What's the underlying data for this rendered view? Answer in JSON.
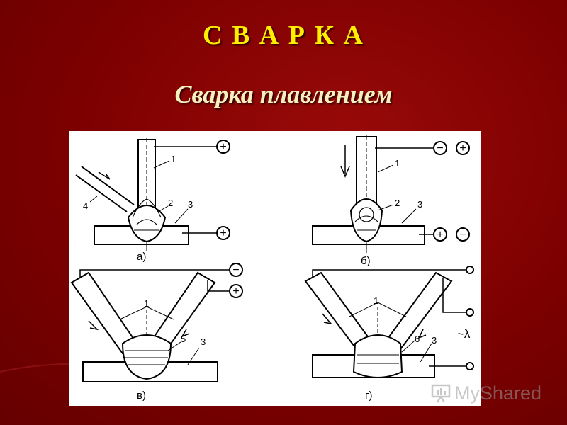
{
  "slide": {
    "title": "С В А Р К А",
    "subtitle": "Сварка  плавлением"
  },
  "figure": {
    "panels": [
      {
        "id": "a",
        "caption": "а)",
        "part_labels": [
          "1",
          "2",
          "3",
          "4"
        ],
        "polarity_top": "+",
        "polarity_bottom": "+"
      },
      {
        "id": "b",
        "caption": "б)",
        "part_labels": [
          "1",
          "2",
          "3"
        ],
        "polarity_top": [
          "−",
          "+"
        ],
        "polarity_bottom": [
          "+",
          "−"
        ]
      },
      {
        "id": "v",
        "caption": "в)",
        "part_labels": [
          "1",
          "5",
          "3"
        ],
        "polarity_top": [
          "−",
          "+"
        ]
      },
      {
        "id": "g",
        "caption": "г)",
        "part_labels": [
          "1",
          "6",
          "3"
        ],
        "ac_label": "~λ"
      }
    ]
  },
  "watermark": {
    "text": "MyShared",
    "icon": "presentation-board-icon"
  },
  "colors": {
    "background": "#7d0000",
    "title": "#ffee00",
    "subtitle": "#f6f0bf",
    "ink": "#000000"
  }
}
